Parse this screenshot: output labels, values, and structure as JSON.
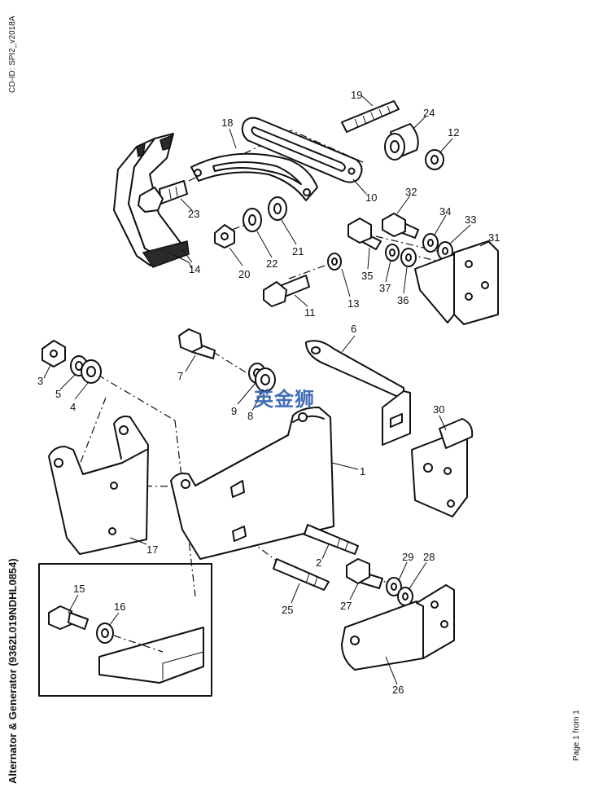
{
  "header": {
    "doc_id": "CD-ID: SPI2_v2018A"
  },
  "title": "Alternator & Generator (9362L019NDHL0854)",
  "footer": {
    "page_info": "Page 1 from 1"
  },
  "watermark": "英金狮",
  "callouts": {
    "c1": "1",
    "c2": "2",
    "c3": "3",
    "c4": "4",
    "c5": "5",
    "c6": "6",
    "c7": "7",
    "c8": "8",
    "c9": "9",
    "c10": "10",
    "c11": "11",
    "c12": "12",
    "c13": "13",
    "c14": "14",
    "c15": "15",
    "c16": "16",
    "c17": "17",
    "c18": "18",
    "c19": "19",
    "c20": "20",
    "c21": "21",
    "c22": "22",
    "c23": "23",
    "c24": "24",
    "c25": "25",
    "c26": "26",
    "c27": "27",
    "c28": "28",
    "c29": "29",
    "c30": "30",
    "c31": "31",
    "c32": "32",
    "c33": "33",
    "c34": "34",
    "c35": "35",
    "c36": "36",
    "c37": "37"
  }
}
